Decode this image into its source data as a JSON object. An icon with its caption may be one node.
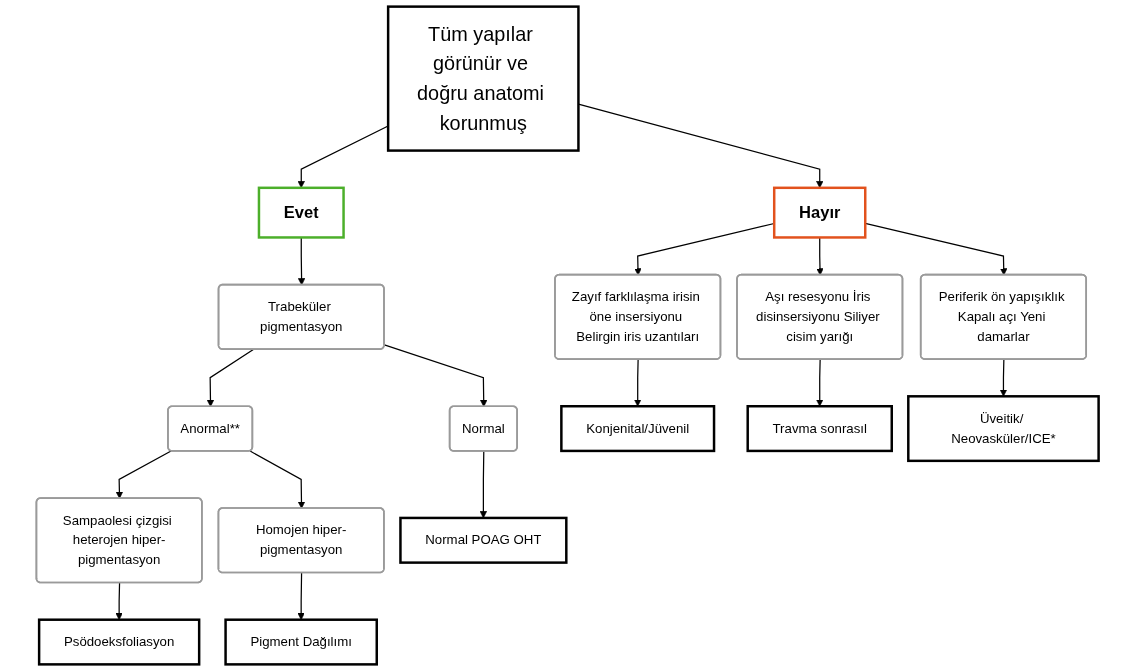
{
  "diagram": {
    "nodes": [
      {
        "text": [
          "Tüm yapılar görünür ve doğru anatomi korunmuş"
        ]
      },
      {
        "text": [
          "Evet"
        ]
      },
      {
        "text": [
          "Hayır"
        ]
      },
      {
        "text": [
          "Trabeküler pigmentasyon"
        ]
      },
      {
        "text": [
          "Normal"
        ]
      },
      {
        "text": [
          "Anormal**"
        ]
      },
      {
        "text": [
          "Sampaolesi çizgisi heterojen hiper-pigmentasyon"
        ]
      },
      {
        "text": [
          "Homojen hiper-pigmentasyon"
        ]
      },
      {
        "text": [
          "Zayıf farklılaşma irisin öne insersiyonu Belirgin iris uzantıları"
        ]
      },
      {
        "text": [
          "Aşı resesyonu İris disinsersiyonu Siliyer cisim yarığı"
        ]
      },
      {
        "text": [
          "Periferik ön yapışıklık Kapalı açı Yeni damarlar"
        ]
      },
      {
        "text": [
          "Normal POAG OHT"
        ]
      },
      {
        "text": [
          "Psödoeksfoliasyon"
        ]
      },
      {
        "text": [
          "Pigment Dağılımı"
        ]
      },
      {
        "text": [
          "Konjenital/Jüvenil"
        ]
      },
      {
        "text": [
          "Travma sonrasıl"
        ]
      },
      {
        "text": [
          "Üveitik/ Neovasküler/ICE*"
        ]
      }
    ],
    "edges": [
      {
        "from": 0,
        "to": 1,
        "arrow": "to"
      },
      {
        "from": 0,
        "to": 2,
        "arrow": "to"
      },
      {
        "from": 1,
        "to": 3,
        "arrow": "to"
      },
      {
        "from": 3,
        "to": 4,
        "arrow": "to"
      },
      {
        "from": 3,
        "to": 5,
        "arrow": "to"
      },
      {
        "from": 5,
        "to": 6,
        "arrow": "to"
      },
      {
        "from": 5,
        "to": 7,
        "arrow": "to"
      },
      {
        "from": 2,
        "to": 8,
        "arrow": "to"
      },
      {
        "from": 2,
        "to": 9,
        "arrow": "to"
      },
      {
        "from": 2,
        "to": 10,
        "arrow": "to"
      },
      {
        "from": 4,
        "to": 11,
        "arrow": "to"
      },
      {
        "from": 6,
        "to": 12,
        "arrow": "to"
      },
      {
        "from": 7,
        "to": 13,
        "arrow": "to"
      },
      {
        "from": 8,
        "to": 14,
        "arrow": "to"
      },
      {
        "from": 9,
        "to": 15,
        "arrow": "to"
      },
      {
        "from": 10,
        "to": 16,
        "arrow": "to"
      }
    ]
  }
}
